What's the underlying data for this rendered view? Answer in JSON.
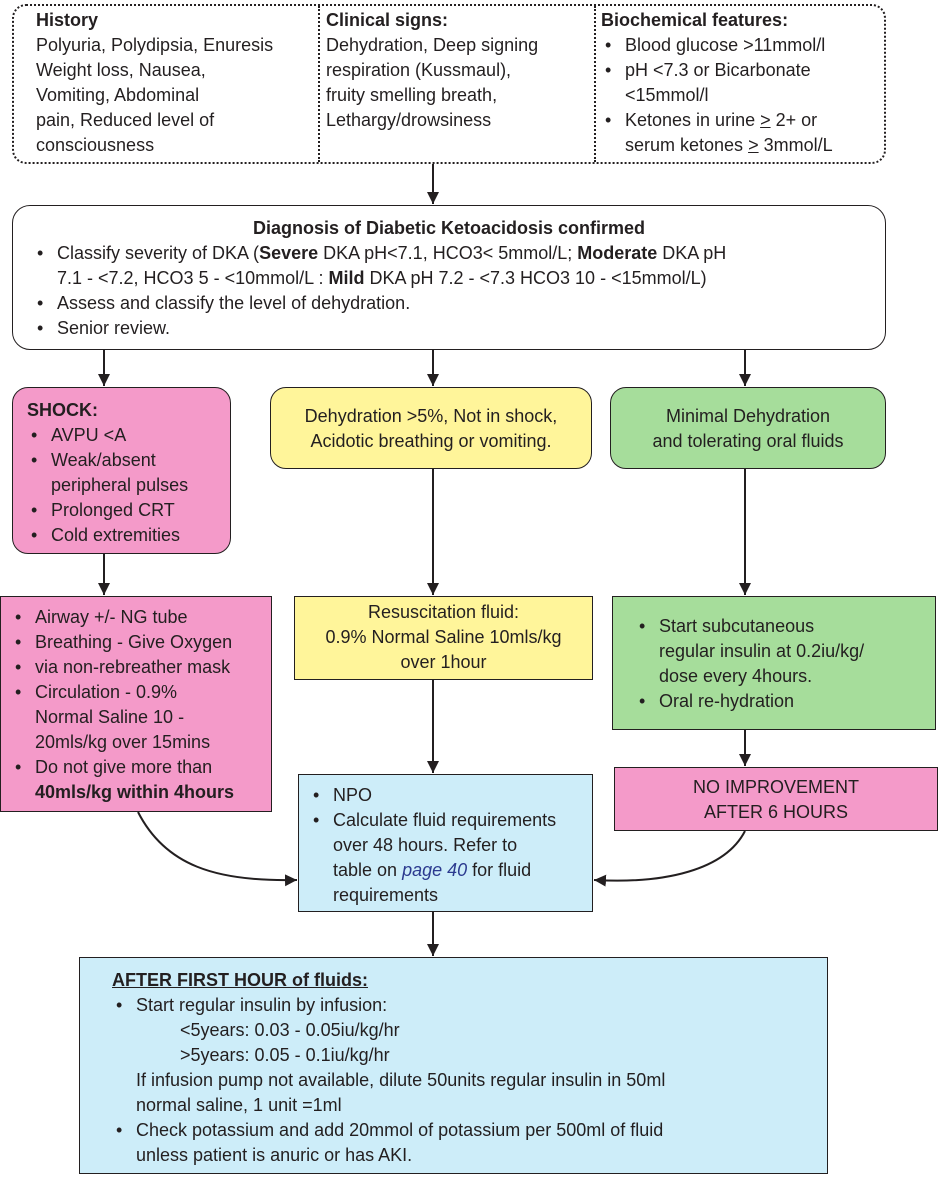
{
  "criteria": {
    "history": {
      "title": "History",
      "lines": [
        "Polyuria, Polydipsia, Enuresis",
        "Weight loss, Nausea,",
        "Vomiting, Abdominal",
        "pain, Reduced level of",
        "consciousness"
      ]
    },
    "clinical": {
      "title": "Clinical signs:",
      "lines": [
        "Dehydration, Deep signing",
        "respiration (Kussmaul),",
        "fruity smelling breath,",
        "Lethargy/drowsiness"
      ]
    },
    "biochem": {
      "title": "Biochemical features:",
      "item1": "Blood glucose >11mmol/l",
      "item2a": "pH <7.3 or Bicarbonate",
      "item2b": "<15mmol/l",
      "item3a_pre": "Ketones in urine ",
      "item3a_sym": ">",
      "item3a_post": " 2+ or",
      "item3b_pre": "serum ketones ",
      "item3b_sym": ">",
      "item3b_post": " 3mmol/L"
    }
  },
  "diagnosis": {
    "title": "Diagnosis of Diabetic Ketoacidosis confirmed",
    "b1_t1": "Classify severity of DKA (",
    "b1_severe": "Severe",
    "b1_t2": " DKA pH<7.1, HCO3< 5mmol/L; ",
    "b1_moderate": "Moderate",
    "b1_t3": " DKA pH",
    "b1_t4": "7.1 - <7.2, HCO3 5 - <10mmol/L : ",
    "b1_mild": "Mild",
    "b1_t5": " DKA pH 7.2 - <7.3 HCO3 10 - <15mmol/L)",
    "b2": "Assess and classify the level of dehydration.",
    "b3": "Senior review."
  },
  "shock": {
    "title": "SHOCK:",
    "items": [
      "AVPU <A",
      "Weak/absent",
      "peripheral pulses",
      "Prolonged CRT",
      "Cold extremities"
    ]
  },
  "dehydration": {
    "line1": "Dehydration >5%, Not in shock,",
    "line2": "Acidotic breathing or vomiting."
  },
  "minimal": {
    "line1": "Minimal Dehydration",
    "line2": "and tolerating oral fluids"
  },
  "shock_mgmt": {
    "i1": "Airway +/- NG tube",
    "i2": "Breathing - Give Oxygen",
    "i3": "via non-rebreather mask",
    "i4a": "Circulation - 0.9%",
    "i4b": "Normal Saline 10 -",
    "i4c": "20mls/kg over 15mins",
    "i5a": "Do not give more than",
    "i5b": "40mls/kg within 4hours"
  },
  "resus": {
    "line1": "Resuscitation fluid:",
    "line2": "0.9% Normal Saline 10mls/kg",
    "line3": "over 1hour"
  },
  "subcut": {
    "i1a": "Start subcutaneous",
    "i1b": "regular insulin at 0.2iu/kg/",
    "i1c": "dose every 4hours.",
    "i2": "Oral re-hydration"
  },
  "no_improvement": {
    "line1": "NO IMPROVEMENT",
    "line2": "AFTER 6 HOURS"
  },
  "npo": {
    "i1": "NPO",
    "i2a": "Calculate fluid requirements",
    "i2b": "over 48 hours. Refer to",
    "i2c_pre": "table on ",
    "i2c_link": "page 40",
    "i2c_post": " for fluid",
    "i2d": "requirements"
  },
  "after": {
    "title": "AFTER FIRST HOUR of fluids:",
    "b1": "Start regular insulin by infusion:",
    "dose1": "<5years: 0.03 - 0.05iu/kg/hr",
    "dose2": ">5years: 0.05 - 0.1iu/kg/hr",
    "note1": "If infusion pump not available, dilute 50units regular insulin in 50ml",
    "note2": "normal saline, 1 unit =1ml",
    "b2a": "Check potassium and add 20mmol of potassium per 500ml of fluid",
    "b2b": "unless patient is anuric or has AKI."
  },
  "colors": {
    "pink": "#f49ac9",
    "yellow": "#fff59a",
    "green": "#a6dd9b",
    "blue": "#cdedf9",
    "ink": "#231f20",
    "link": "#2b3a8f"
  }
}
